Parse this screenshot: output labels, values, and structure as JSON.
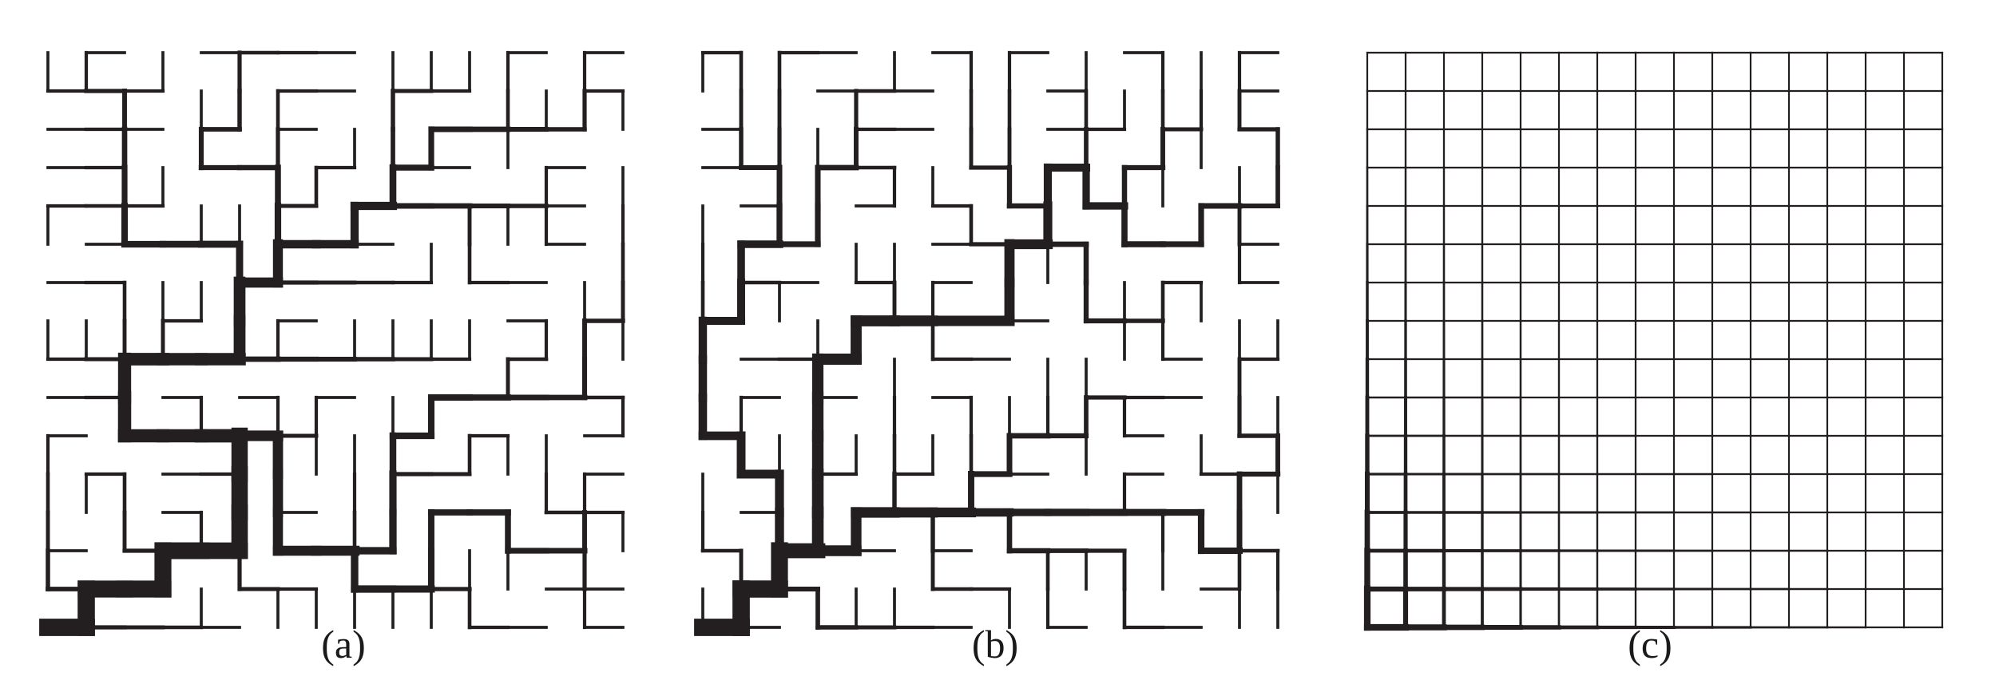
{
  "figure": {
    "ink_color": "#231f20",
    "grid_size": 15,
    "panels": [
      {
        "id": "a",
        "label": "(a)",
        "style": "random-branching-tree"
      },
      {
        "id": "b",
        "label": "(b)",
        "style": "random-branching-tree"
      },
      {
        "id": "c",
        "label": "(c)",
        "style": "regular-grid"
      }
    ]
  }
}
